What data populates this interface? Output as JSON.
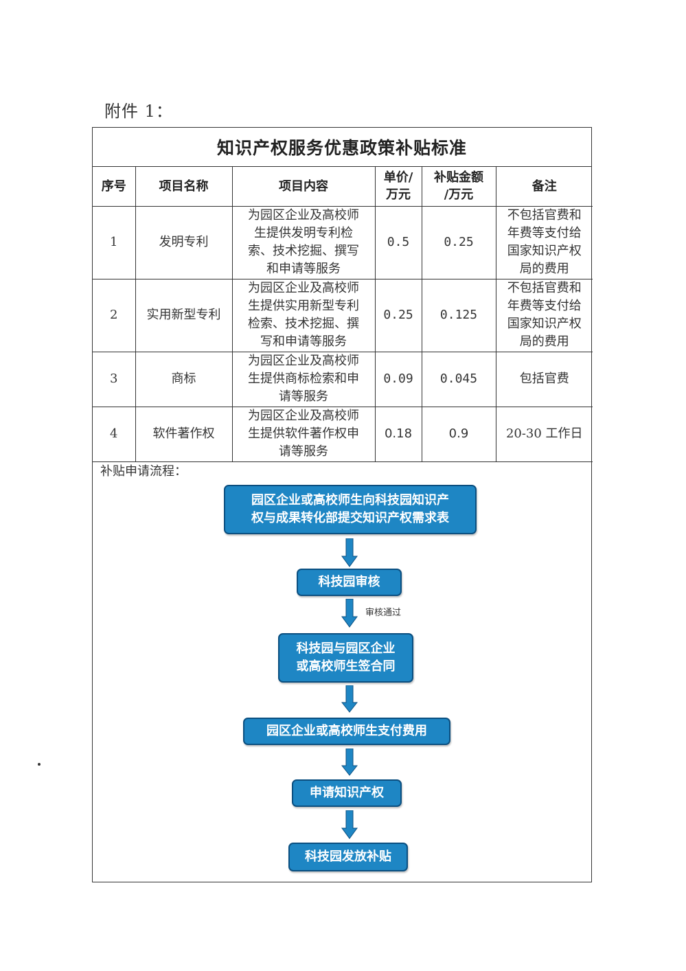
{
  "attachment_label": "附件 1：",
  "table": {
    "title": "知识产权服务优惠政策补贴标准",
    "headers": {
      "seq": "序号",
      "name": "项目名称",
      "content": "项目内容",
      "unit_price": [
        "单价/",
        "万元"
      ],
      "subsidy": [
        "补贴金额",
        "/万元"
      ],
      "remark": "备注"
    },
    "rows": [
      {
        "seq": "1",
        "name": "发明专利",
        "content": [
          "为园区企业及高校师",
          "生提供发明专利检",
          "索、技术挖掘、撰写",
          "和申请等服务"
        ],
        "unit_price": "0.5",
        "subsidy": "0.25",
        "remark": [
          "不包括官费和",
          "年费等支付给",
          "国家知识产权",
          "局的费用"
        ]
      },
      {
        "seq": "2",
        "name": "实用新型专利",
        "content": [
          "为园区企业及高校师",
          "生提供实用新型专利",
          "检索、技术挖掘、撰",
          "写和申请等服务"
        ],
        "unit_price": "0.25",
        "subsidy": "0.125",
        "remark": [
          "不包括官费和",
          "年费等支付给",
          "国家知识产权",
          "局的费用"
        ]
      },
      {
        "seq": "3",
        "name": "商标",
        "content": [
          "为园区企业及高校师",
          "生提供商标检索和申",
          "请等服务"
        ],
        "unit_price": "0.09",
        "subsidy": "0.045",
        "remark": [
          "包括官费"
        ]
      },
      {
        "seq": "4",
        "name": "软件著作权",
        "content": [
          "为园区企业及高校师",
          "生提供软件著作权申",
          "请等服务"
        ],
        "unit_price": "0.18",
        "subsidy": "0.9",
        "remark": [
          "20-30 工作日"
        ]
      }
    ]
  },
  "process": {
    "label": "补贴申请流程：",
    "steps": [
      [
        "园区企业或高校师生向科技园知识产",
        "权与成果转化部提交知识产权需求表"
      ],
      [
        "科技园审核"
      ],
      [
        "科技园与园区企业",
        "或高校师生签合同"
      ],
      [
        "园区企业或高校师生支付费用"
      ],
      [
        "申请知识产权"
      ],
      [
        "科技园发放补贴"
      ]
    ],
    "approval_note": "审核通过"
  },
  "colors": {
    "box_fill": "#1e86c4",
    "box_border": "#0b4f80",
    "arrow": "#1e86c4"
  }
}
